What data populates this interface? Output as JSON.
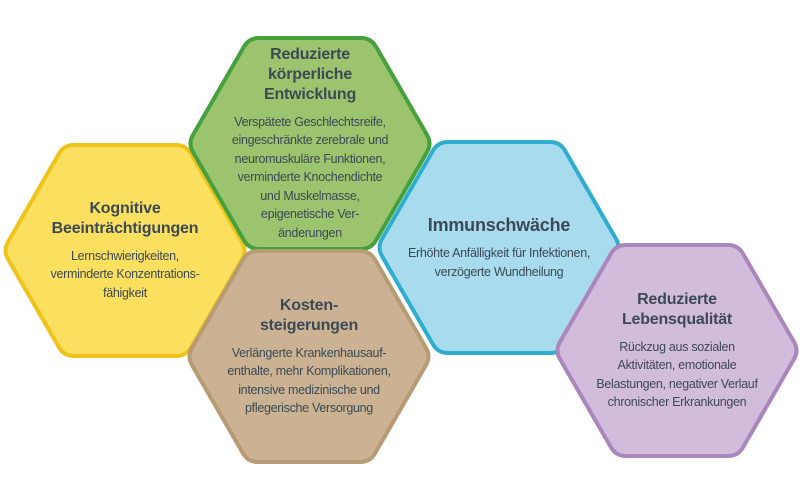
{
  "diagram": {
    "background_color": "#ffffff",
    "text_color": "#3b4a55",
    "hexagons": [
      {
        "id": "kognitive-beeintraechtigungen",
        "title": "Kognitive\nBeeinträchtigungen",
        "body": "Lernschwierigkeiten,\nverminderte Konzentrations-\nfähigkeit",
        "fill": "#fbdf5f",
        "border": "#efc31a"
      },
      {
        "id": "reduzierte-koerperliche-entwicklung",
        "title": "Reduzierte\nkörperliche\nEntwicklung",
        "body": "Verspätete Geschlechtsreife,\neingeschränkte zerebrale und\nneuromuskuläre Funktionen,\nverminderte Knochendichte\nund Muskelmasse,\nepigenetische Ver-\nänderungen",
        "fill": "#9cc36d",
        "border": "#44a13e"
      },
      {
        "id": "immunschwaeche",
        "title": "Immunschwäche",
        "body": "Erhöhte Anfälligkeit für Infektionen,\nverzögerte Wundheilung",
        "fill": "#a9dbee",
        "border": "#2fadce"
      },
      {
        "id": "kostensteigerungen",
        "title": "Kosten-\nsteigerungen",
        "body": "Verlängerte Krankenhausauf-\nenthalte, mehr Komplikationen,\nintensive medizinische und\npflegerische Versorgung",
        "fill": "#cbb292",
        "border": "#b69b74"
      },
      {
        "id": "reduzierte-lebensqualitaet",
        "title": "Reduzierte\nLebensqualität",
        "body": "Rückzug aus sozialen\nAktivitäten, emotionale\nBelastungen, negativer Verlauf\nchronischer Erkrankungen",
        "fill": "#d1bcdc",
        "border": "#aa86bd"
      }
    ]
  }
}
